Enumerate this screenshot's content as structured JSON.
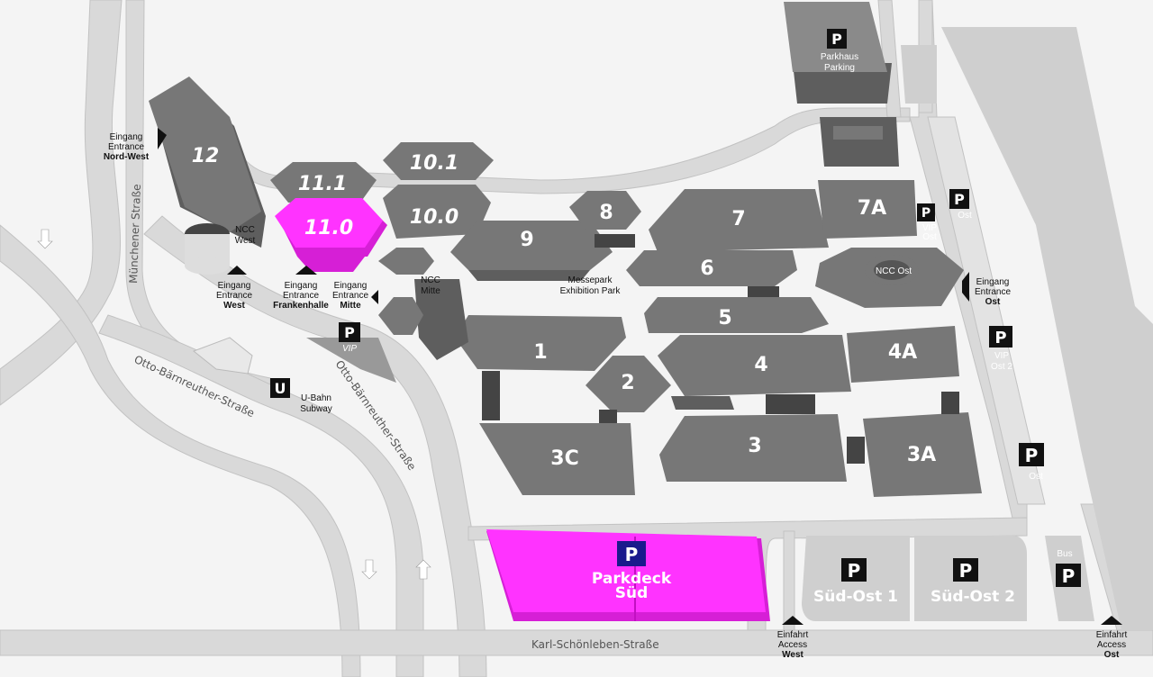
{
  "halls": {
    "h12": "12",
    "h11_1": "11.1",
    "h11_0": "11.0",
    "h10_1": "10.1",
    "h10_0": "10.0",
    "h9": "9",
    "h8": "8",
    "h7": "7",
    "h7A": "7A",
    "h6": "6",
    "h5": "5",
    "h4": "4",
    "h4A": "4A",
    "h1": "1",
    "h2": "2",
    "h3": "3",
    "h3A": "3A",
    "h3C": "3C"
  },
  "ncc": {
    "west_1": "NCC",
    "west_2": "West",
    "mitte_1": "NCC",
    "mitte_2": "Mitte",
    "ost": "NCC Ost"
  },
  "messepark": {
    "line1": "Messepark",
    "line2": "Exhibition Park"
  },
  "entrances": {
    "nordwest": [
      "Eingang",
      "Entrance",
      "Nord-West"
    ],
    "west": [
      "Eingang",
      "Entrance",
      "West"
    ],
    "frankenhalle": [
      "Eingang",
      "Entrance",
      "Frankenhalle"
    ],
    "mitte": [
      "Eingang",
      "Entrance",
      "Mitte"
    ],
    "ost": [
      "Eingang",
      "Entrance",
      "Ost"
    ],
    "access_west": [
      "Einfahrt",
      "Access",
      "West"
    ],
    "access_ost": [
      "Einfahrt",
      "Access",
      "Ost"
    ]
  },
  "parking": {
    "p": "P",
    "parkhaus_1": "Parkhaus",
    "parkhaus_2": "Parking",
    "vip": "VIP",
    "parkdeck_1": "Parkdeck",
    "parkdeck_2": "Süd",
    "sued_ost_1": "Süd-Ost 1",
    "sued_ost_2": "Süd-Ost 2",
    "ost": "Ost",
    "vip_ost_1": "VIP",
    "vip_ost_1b": "Ost",
    "vip_ost_2a": "VIP",
    "vip_ost_2b": "Ost 2",
    "ost_top": "Ost",
    "bus": "Bus"
  },
  "subway": {
    "u": "U",
    "line1": "U-Bahn",
    "line2": "Subway"
  },
  "streets": {
    "muenchener": "Münchener Straße",
    "otto1": "Otto-Bärnreuther-Straße",
    "otto2": "Otto-Bärnreuther-Straße",
    "karl": "Karl-Schönleben-Straße"
  },
  "colors": {
    "highlight": "#ff33ff",
    "hall": "#777777",
    "road": "#d9d9d9"
  }
}
